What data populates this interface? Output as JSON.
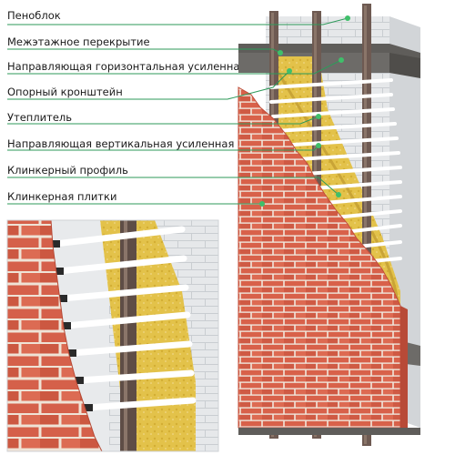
{
  "labels": [
    {
      "text": "Пеноблок"
    },
    {
      "text": "Межэтажное перекрытие"
    },
    {
      "text": "Направляющая горизонтальная усиленная"
    },
    {
      "text": "Опорный кронштейн"
    },
    {
      "text": "Утеплитель"
    },
    {
      "text": "Направляющая вертикальная усиленная"
    },
    {
      "text": "Клинкерный профиль"
    },
    {
      "text": "Клинкерная плитки"
    }
  ],
  "colors": {
    "leader_line": "#2e9a5a",
    "marker_dot": "#3fbf6a",
    "brick": "#d8614a",
    "mortar": "#f0e6dc",
    "foam_block": "#e4e6e8",
    "concrete_slab": "#6d6b68",
    "insulation": "#e3c24a",
    "rail": "#ffffff",
    "bracket": "#6e5a52"
  }
}
